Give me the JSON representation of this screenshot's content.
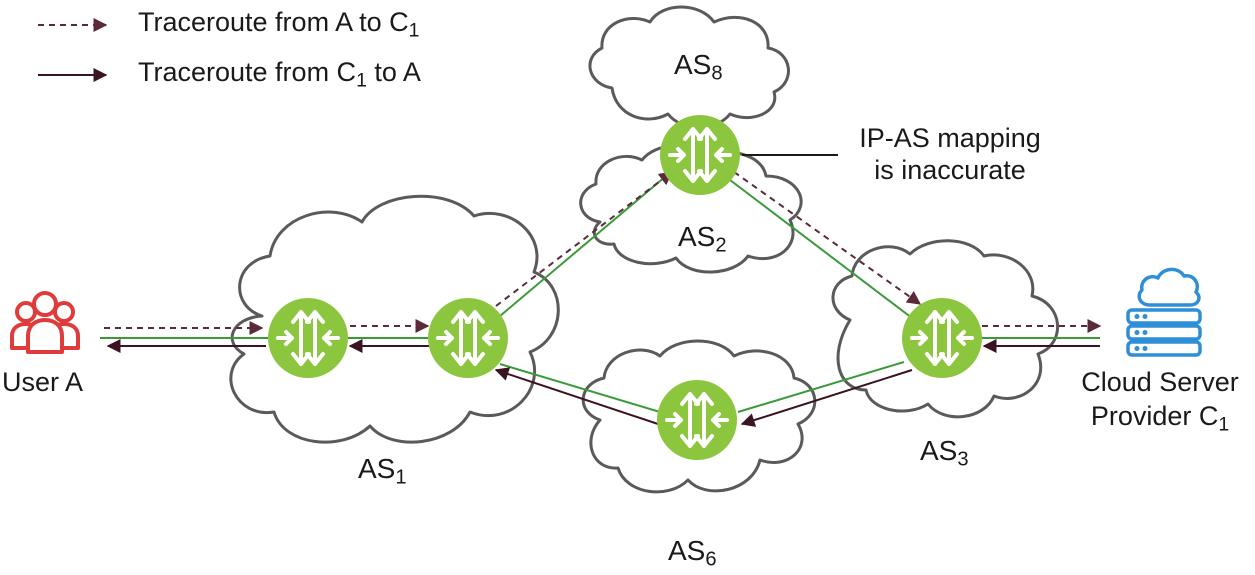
{
  "legend": {
    "dashed": {
      "label": "Traceroute from A to C",
      "sub": "1"
    },
    "solid": {
      "prefix": "Traceroute from C",
      "sub": "1",
      "suffix": " to A"
    }
  },
  "nodes": {
    "as1": {
      "name": "AS",
      "sub": "1"
    },
    "as2": {
      "name": "AS",
      "sub": "2"
    },
    "as3": {
      "name": "AS",
      "sub": "3"
    },
    "as6": {
      "name": "AS",
      "sub": "6"
    },
    "as8": {
      "name": "AS",
      "sub": "8"
    }
  },
  "user": {
    "label": "User A",
    "icon": "users-icon",
    "color": "#e03b3b"
  },
  "cloud_provider": {
    "line1": "Cloud Server",
    "line2": "Provider C",
    "sub": "1",
    "icon": "cloud-server-icon",
    "color": "#2e8fd6"
  },
  "annotation": {
    "line1": "IP-AS mapping",
    "line2": "is inaccurate"
  },
  "colors": {
    "router": "#8cc63f",
    "green_link": "#3a9a3a",
    "trace_dark": "#3b1424",
    "cloud_stroke": "#5a5a5a"
  }
}
